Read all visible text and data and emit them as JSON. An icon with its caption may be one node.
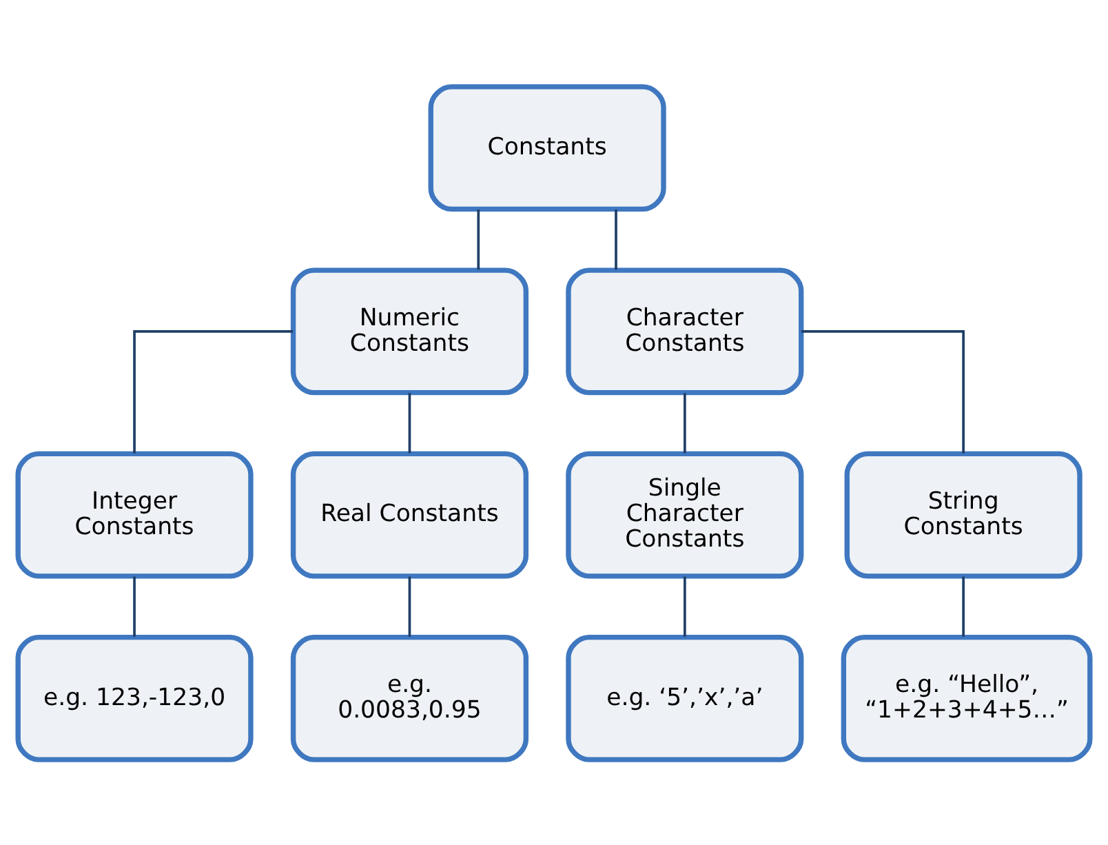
{
  "diagram": {
    "nodes": [
      {
        "text": [
          "Constants"
        ]
      },
      {
        "text": [
          "Numeric Constants"
        ]
      },
      {
        "text": [
          "Character Constants"
        ]
      },
      {
        "text": [
          "Integer Constants"
        ]
      },
      {
        "text": [
          "Real Constants"
        ]
      },
      {
        "text": [
          "Single Character Constants"
        ]
      },
      {
        "text": [
          "String Constants"
        ]
      },
      {
        "text": [
          "e.g. 123,-123,0"
        ]
      },
      {
        "text": [
          "e.g. 0.0083,0.95"
        ]
      },
      {
        "text": [
          "e.g. ‘5’,’x’,’a’"
        ]
      },
      {
        "text": [
          "e.g. “Hello”, “1+2+3+4+5…”"
        ]
      }
    ],
    "edges": [
      {
        "from": 0,
        "to": 1,
        "arrow": "none"
      },
      {
        "from": 0,
        "to": 2,
        "arrow": "none"
      },
      {
        "from": 1,
        "to": 3,
        "arrow": "none"
      },
      {
        "from": 1,
        "to": 4,
        "arrow": "none"
      },
      {
        "from": 2,
        "to": 5,
        "arrow": "none"
      },
      {
        "from": 2,
        "to": 6,
        "arrow": "none"
      },
      {
        "from": 3,
        "to": 7,
        "arrow": "none"
      },
      {
        "from": 4,
        "to": 8,
        "arrow": "none"
      },
      {
        "from": 5,
        "to": 9,
        "arrow": "none"
      },
      {
        "from": 6,
        "to": 10,
        "arrow": "none"
      }
    ]
  }
}
